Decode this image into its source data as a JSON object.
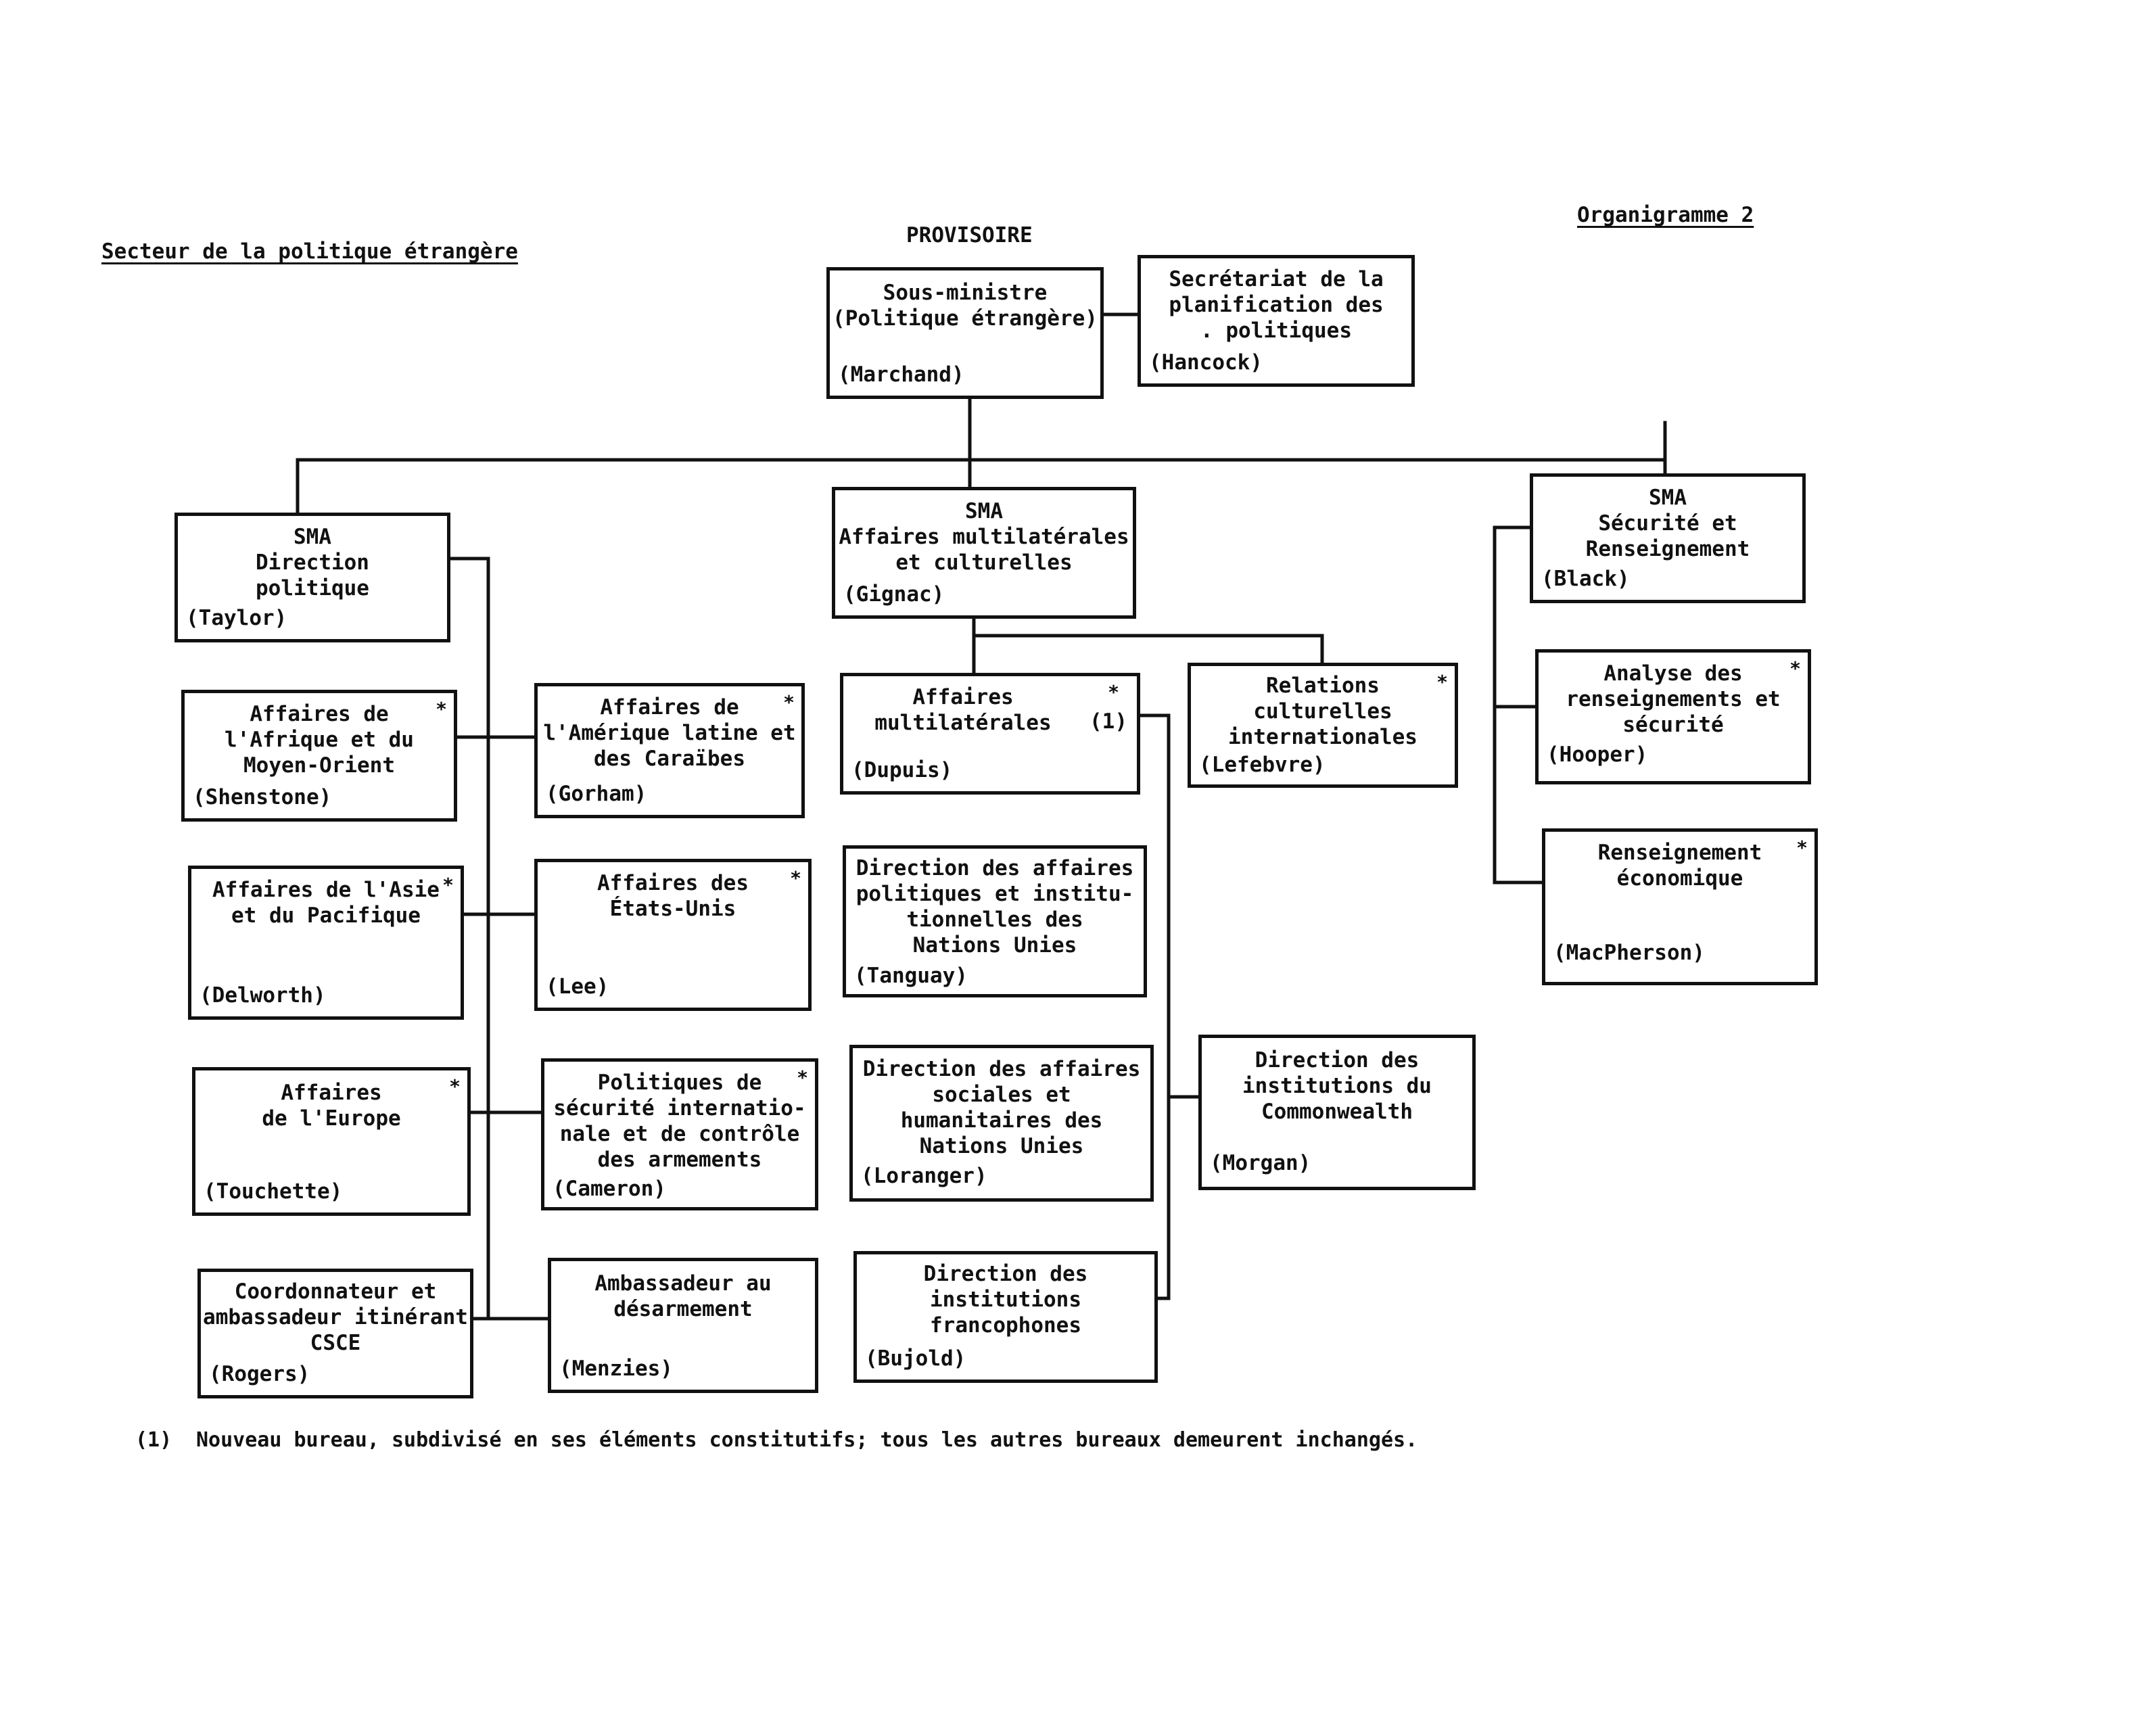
{
  "header": {
    "sector": "Secteur de la politique étrangère",
    "status": "PROVISOIRE",
    "chart_id": "Organigramme 2"
  },
  "deputy_minister": {
    "title": "Sous-ministre\n(Politique étrangère)",
    "name": "(Marchand)"
  },
  "planning_secretariat": {
    "title": "Secrétariat de la\nplanification des\n. politiques",
    "name": "(Hancock)"
  },
  "adm_political": {
    "title": "SMA\nDirection\npolitique",
    "name": "(Taylor)"
  },
  "adm_multilateral": {
    "title": "SMA\nAffaires multilatérales\net culturelles",
    "name": "(Gignac)"
  },
  "adm_security": {
    "title": "SMA\nSécurité et\nRenseignement",
    "name": "(Black)"
  },
  "political_branch": [
    {
      "title": "Affaires de\nl'Afrique et du\nMoyen-Orient",
      "name": "(Shenstone)",
      "star": "*"
    },
    {
      "title": "Affaires de l'Asie\net du Pacifique",
      "name": "(Delworth)",
      "star": "*"
    },
    {
      "title": "Affaires\nde l'Europe",
      "name": "(Touchette)",
      "star": "*"
    },
    {
      "title": "Coordonnateur et\nambassadeur itinérant\nCSCE",
      "name": "(Rogers)"
    },
    {
      "title": "Affaires de\nl'Amérique latine et\ndes Caraïbes",
      "name": "(Gorham)",
      "star": "*"
    },
    {
      "title": "Affaires des\nÉtats-Unis",
      "name": "(Lee)",
      "star": "*"
    },
    {
      "title": "Politiques de\nsécurité internatio-\nnale et de contrôle\ndes armements",
      "name": "(Cameron)",
      "star": "*"
    },
    {
      "title": "Ambassadeur au\ndésarmement",
      "name": "(Menzies)"
    }
  ],
  "multilateral_branch": {
    "multilateral_affairs": {
      "title": "Affaires\nmultilatérales",
      "note_ref": "(1)",
      "name": "(Dupuis)",
      "star": "*"
    },
    "cultural_relations": {
      "title": "Relations\nculturelles\ninternationales",
      "name": "(Lefebvre)",
      "star": "*"
    },
    "un_political": {
      "title": "Direction des affaires\npolitiques et institu-\ntionnelles des\nNations Unies",
      "name": "(Tanguay)"
    },
    "un_social": {
      "title": "Direction des affaires\nsociales et\nhumanitaires des\nNations Unies",
      "name": "(Loranger)"
    },
    "francophone": {
      "title": "Direction des\ninstitutions\nfrancophones",
      "name": "(Bujold)"
    },
    "commonwealth": {
      "title": "Direction des\ninstitutions du\nCommonwealth",
      "name": "(Morgan)"
    }
  },
  "security_branch": [
    {
      "title": "Analyse des\nrenseignements et\nsécurité",
      "name": "(Hooper)",
      "star": "*"
    },
    {
      "title": "Renseignement\néconomique",
      "name": "(MacPherson)",
      "star": "*"
    }
  ],
  "footnote": {
    "number": "(1)",
    "text": "Nouveau bureau, subdivisé en ses éléments constitutifs; tous les autres bureaux demeurent inchangés."
  }
}
